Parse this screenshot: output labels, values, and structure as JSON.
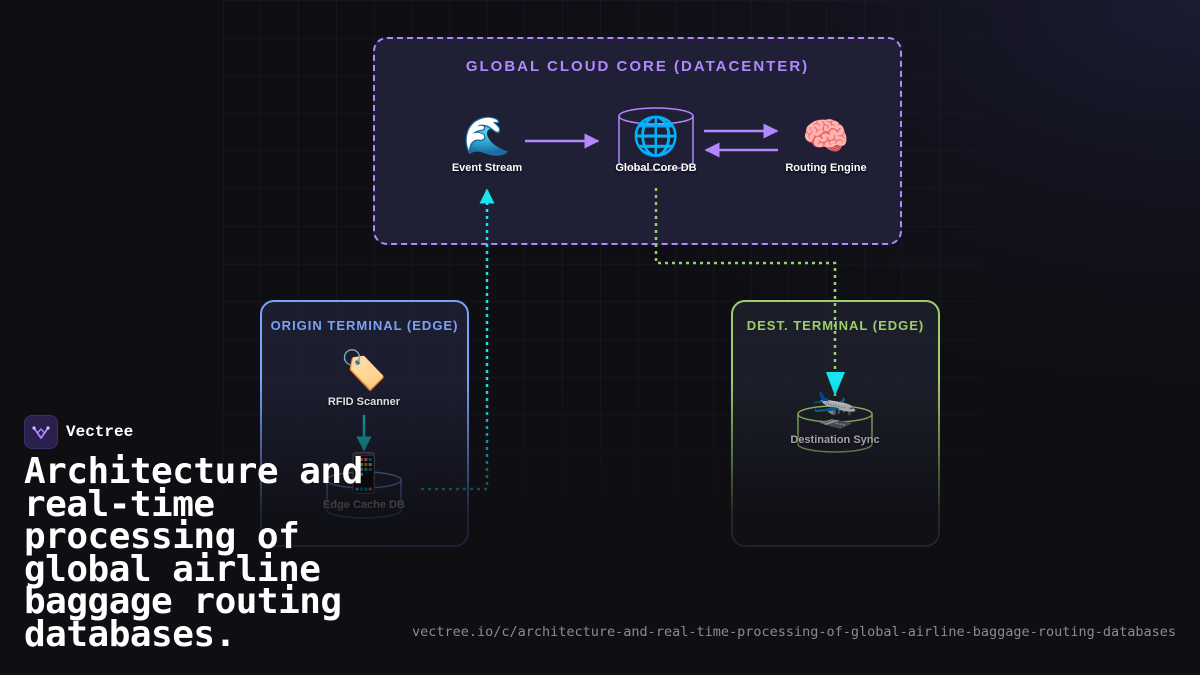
{
  "diagram": {
    "cloud": {
      "title": "GLOBAL CLOUD CORE (DATACENTER)",
      "color": "#b388ff",
      "nodes": [
        {
          "id": "event-stream",
          "label": "Event Stream",
          "icon": "wave-icon",
          "glyph": "🌊"
        },
        {
          "id": "global-core-db",
          "label": "Global Core DB",
          "icon": "globe-icon",
          "glyph": "🌐"
        },
        {
          "id": "routing-engine",
          "label": "Routing Engine",
          "icon": "brain-icon",
          "glyph": "🧠"
        }
      ]
    },
    "origin": {
      "title": "ORIGIN TERMINAL (EDGE)",
      "color": "#7aa2f7",
      "nodes": [
        {
          "id": "rfid-scanner",
          "label": "RFID Scanner",
          "icon": "tag-icon",
          "glyph": "🏷️"
        },
        {
          "id": "edge-cache-db",
          "label": "Edge Cache DB",
          "icon": "mobile-phone-icon",
          "glyph": "📱"
        }
      ]
    },
    "destination": {
      "title": "DEST. TERMINAL (EDGE)",
      "color": "#9ece6a",
      "nodes": [
        {
          "id": "destination-sync",
          "label": "Destination Sync",
          "icon": "airplane-icon",
          "glyph": "🛬"
        }
      ]
    },
    "edge_colors": {
      "cloud": "#b388ff",
      "cyan": "#19e3f0",
      "teal": "#13b3b8",
      "green": "#9ece6a"
    }
  },
  "brand": {
    "name": "Vectree"
  },
  "headline": "Architecture and real-time processing of global airline baggage routing databases.",
  "url": "vectree.io/c/architecture-and-real-time-processing-of-global-airline-baggage-routing-databases"
}
